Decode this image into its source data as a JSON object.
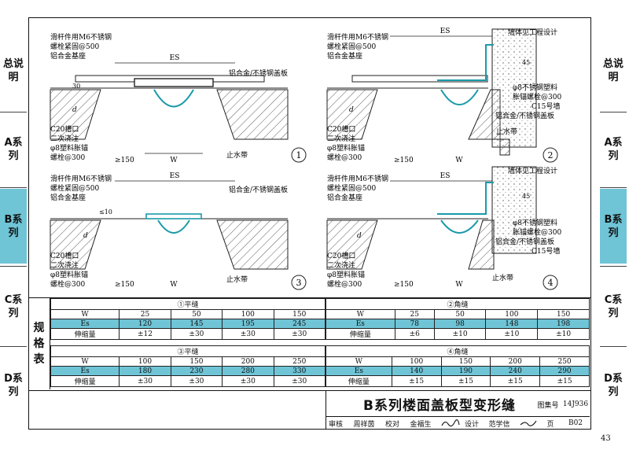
{
  "side_tabs": [
    {
      "label": "总说明",
      "highlight": false
    },
    {
      "label": "A系列",
      "highlight": false
    },
    {
      "label": "B系列",
      "highlight": true
    },
    {
      "label": "C系列",
      "highlight": false
    },
    {
      "label": "D系列",
      "highlight": false
    }
  ],
  "details": [
    {
      "number": "1",
      "es": "ES",
      "w": "W",
      "dim_150": "≥150",
      "dim_30": "30",
      "dim_d": "d",
      "labels_left": [
        "滑杆件用M6不锈钢",
        "螺栓紧固@500",
        "铝合金基座"
      ],
      "labels_bottom": [
        "C20槽口",
        "二次浇注",
        "φ8塑料胀锚",
        "螺栓@300"
      ],
      "label_cover": "铝合金/不锈钢盖板",
      "label_water": "止水带"
    },
    {
      "number": "2",
      "es": "ES",
      "w": "W",
      "dim_150": "≥150",
      "dim_45": "45",
      "dim_d": "d",
      "labels_left": [
        "滑杆件用M6不锈钢",
        "螺栓紧固@500",
        "铝合金基座"
      ],
      "labels_bottom": [
        "C20槽口",
        "二次浇注",
        "φ8塑料胀锚",
        "螺栓@300"
      ],
      "label_wall": "墙体见工程设计",
      "labels_right": [
        "φ8不锈钢塑料",
        "胀锚螺栓@300",
        "C15号墙",
        "铝合金/不锈钢盖板"
      ],
      "label_water": "止水带"
    },
    {
      "number": "3",
      "es": "ES",
      "w": "W",
      "dim_150": "≥150",
      "dim_10": "≤10",
      "dim_d": "d",
      "labels_left": [
        "滑杆件用M6不锈钢",
        "螺栓紧固@500",
        "铝合金基座"
      ],
      "labels_bottom": [
        "C20槽口",
        "二次浇注",
        "φ8塑料胀锚",
        "螺栓@300"
      ],
      "label_cover": "铝合金/不锈钢盖板",
      "label_water": "止水带"
    },
    {
      "number": "4",
      "es": "ES",
      "w": "W",
      "dim_150": "≥150",
      "dim_45": "45",
      "dim_d": "d",
      "labels_left": [
        "滑杆件用M6不锈钢",
        "螺栓紧固@500",
        "铝合金基座"
      ],
      "labels_bottom": [
        "C20槽口",
        "二次浇注",
        "φ8塑料胀锚",
        "螺栓@300"
      ],
      "label_wall": "墙体见工程设计",
      "labels_right": [
        "φ8不锈钢塑料",
        "胀锚螺栓@300",
        "铝合金/不锈钢盖板",
        "C15号墙"
      ],
      "label_water": "止水带"
    }
  ],
  "spec": {
    "label_chars": [
      "规",
      "格",
      "表"
    ],
    "tables": [
      {
        "title": "①平缝",
        "rows": [
          {
            "h": "W",
            "v": [
              "25",
              "50",
              "100",
              "150"
            ],
            "hl": false
          },
          {
            "h": "Es",
            "v": [
              "120",
              "145",
              "195",
              "245"
            ],
            "hl": true
          },
          {
            "h": "伸缩量",
            "v": [
              "±12",
              "±30",
              "±30",
              "±30"
            ],
            "hl": false
          }
        ]
      },
      {
        "title": "②角缝",
        "rows": [
          {
            "h": "W",
            "v": [
              "25",
              "50",
              "100",
              "150"
            ],
            "hl": false
          },
          {
            "h": "Es",
            "v": [
              "78",
              "98",
              "148",
              "198"
            ],
            "hl": true
          },
          {
            "h": "伸缩量",
            "v": [
              "±6",
              "±10",
              "±10",
              "±10"
            ],
            "hl": false
          }
        ]
      },
      {
        "title": "③平缝",
        "rows": [
          {
            "h": "W",
            "v": [
              "100",
              "150",
              "200",
              "250"
            ],
            "hl": false
          },
          {
            "h": "Es",
            "v": [
              "180",
              "230",
              "280",
              "330"
            ],
            "hl": true
          },
          {
            "h": "伸缩量",
            "v": [
              "±30",
              "±30",
              "±30",
              "±30"
            ],
            "hl": false
          }
        ]
      },
      {
        "title": "④角缝",
        "rows": [
          {
            "h": "W",
            "v": [
              "100",
              "150",
              "200",
              "250"
            ],
            "hl": false
          },
          {
            "h": "Es",
            "v": [
              "140",
              "190",
              "240",
              "290"
            ],
            "hl": true
          },
          {
            "h": "伸缩量",
            "v": [
              "±15",
              "±15",
              "±15",
              "±15"
            ],
            "hl": false
          }
        ]
      }
    ]
  },
  "title_block": {
    "title": "B系列楼面盖板型变形缝",
    "atlas_label": "图集号",
    "atlas_no": "14J936",
    "review_label": "审核",
    "review_name": "周祥茵",
    "check_label": "校对",
    "check_name": "金福生",
    "design_label": "设计",
    "design_name": "范学信",
    "page_label": "页",
    "page_code": "B02"
  },
  "page_number": "43"
}
